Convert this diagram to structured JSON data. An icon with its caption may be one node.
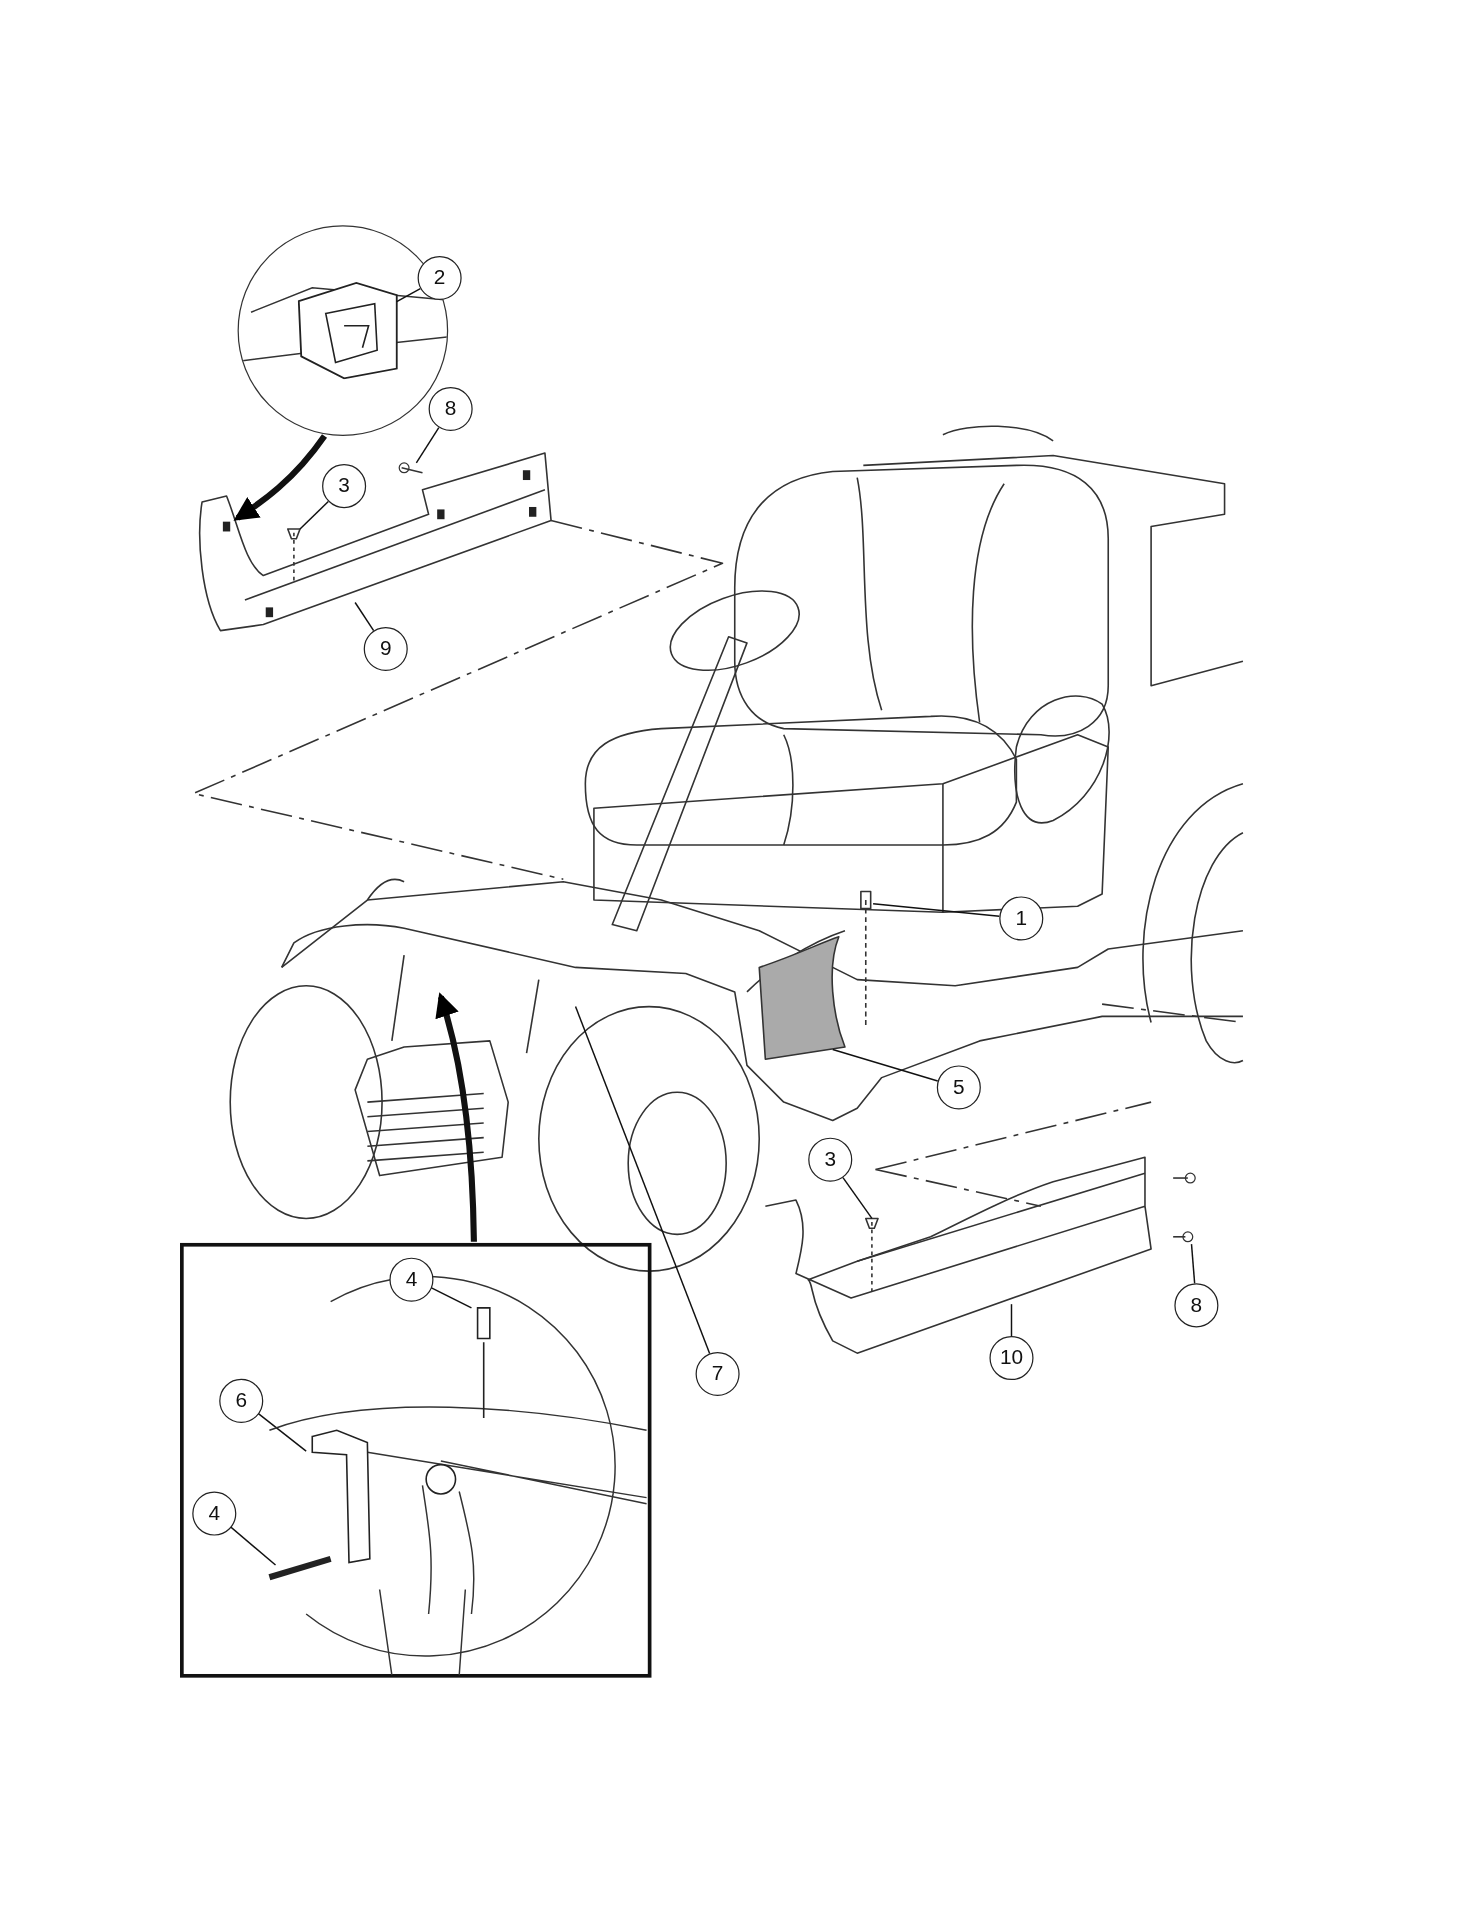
{
  "diagram": {
    "nodes": [
      {
        "text": [],
        "shape": "circle"
      },
      {
        "text": [
          "2"
        ]
      },
      {
        "text": [
          "8"
        ]
      },
      {
        "text": [
          "3"
        ]
      },
      {
        "text": [
          "9"
        ]
      },
      {
        "text": [
          "1"
        ]
      },
      {
        "text": [
          "5"
        ]
      },
      {
        "text": [
          "3"
        ]
      },
      {
        "text": [
          "8"
        ]
      },
      {
        "text": [
          "10"
        ]
      },
      {
        "text": [],
        "shape": "box"
      },
      {
        "text": [
          "4"
        ],
        "in": 10
      },
      {
        "text": [
          "6"
        ],
        "in": 10
      },
      {
        "text": [
          "4"
        ],
        "in": 10
      },
      {
        "text": [
          "7"
        ]
      },
      {
        "text": [],
        "shape": "picture",
        "in": 0
      }
    ],
    "edges": [
      {
        "from": 0,
        "to": null,
        "arrow": "to",
        "style": "thick"
      },
      {
        "from": 1,
        "to": 15,
        "arrow": "none"
      },
      {
        "from": 2,
        "to": null,
        "arrow": "none"
      },
      {
        "from": 3,
        "to": null,
        "arrow": "none"
      },
      {
        "from": 4,
        "to": null,
        "arrow": "none"
      },
      {
        "from": 5,
        "to": null,
        "arrow": "none"
      },
      {
        "from": 6,
        "to": null,
        "arrow": "none"
      },
      {
        "from": 7,
        "to": null,
        "arrow": "none"
      },
      {
        "from": 8,
        "to": null,
        "arrow": "none"
      },
      {
        "from": 9,
        "to": null,
        "arrow": "none"
      },
      {
        "from": 10,
        "to": null,
        "arrow": "to",
        "style": "thick"
      },
      {
        "from": 11,
        "to": null,
        "arrow": "none"
      },
      {
        "from": 12,
        "to": null,
        "arrow": "none"
      },
      {
        "from": 13,
        "to": null,
        "arrow": "none"
      },
      {
        "from": 14,
        "to": null,
        "arrow": "none"
      }
    ]
  }
}
